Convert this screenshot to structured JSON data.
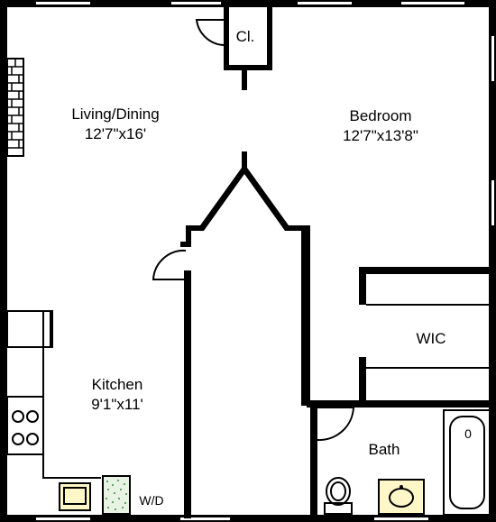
{
  "rooms": {
    "living": {
      "name": "Living/Dining",
      "size": "12'7\"x16'"
    },
    "bedroom": {
      "name": "Bedroom",
      "size": "12'7\"x13'8\""
    },
    "kitchen": {
      "name": "Kitchen",
      "size": "9'1\"x11'"
    },
    "closet": {
      "name": "Cl."
    },
    "wic": {
      "name": "WIC"
    },
    "bath": {
      "name": "Bath"
    },
    "washer_dryer": {
      "name": "W/D"
    },
    "tub_drain": {
      "name": "0"
    }
  }
}
